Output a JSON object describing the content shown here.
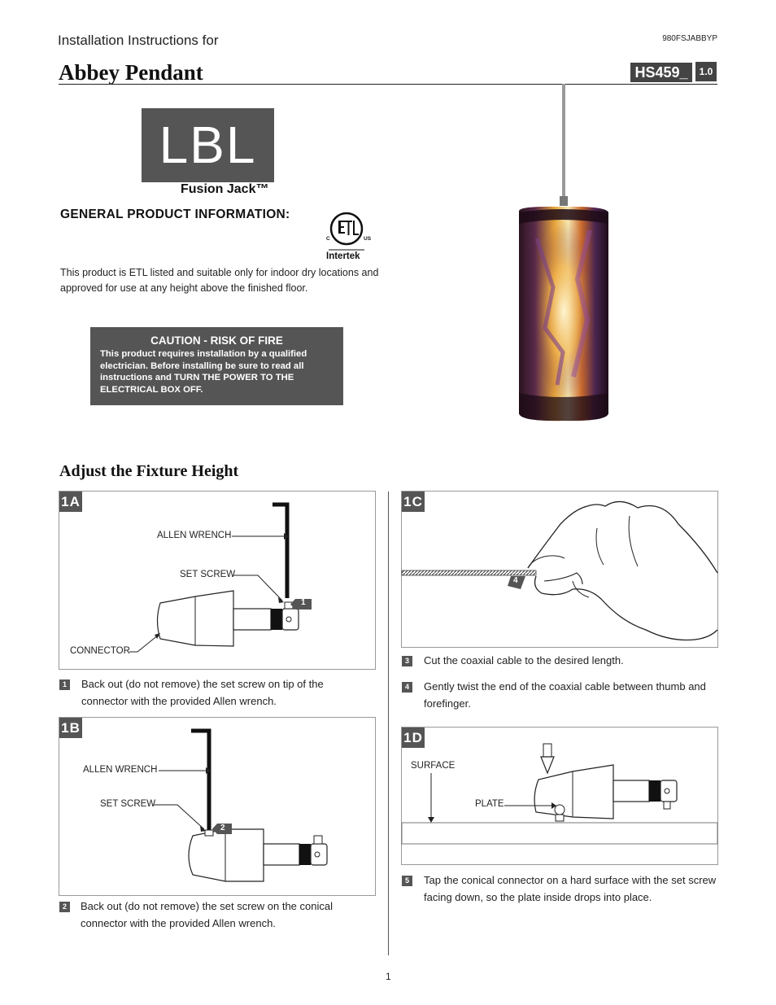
{
  "header": {
    "pretitle": "Installation Instructions for",
    "doc_code": "980FSJABBYP",
    "title": "Abbey Pendant",
    "model": "HS459_",
    "version": "1.0"
  },
  "brand": {
    "logo_text": "LBL",
    "product_line": "Fusion Jack™"
  },
  "general": {
    "heading": "GENERAL PRODUCT INFORMATION:",
    "certifier": "Intertek",
    "body": "This product is ETL listed and suitable only for indoor dry locations and approved for use at any height above the finished floor."
  },
  "caution": {
    "title": "CAUTION - RISK OF FIRE",
    "body": "This product requires installation by a qualified electrician. Before installing be sure to read all instructions and TURN THE POWER TO THE ELECTRICAL BOX OFF."
  },
  "section": {
    "heading": "Adjust the Fixture Height"
  },
  "panels": {
    "a": {
      "tag": "1A",
      "allen_wrench": "ALLEN WRENCH",
      "set_screw": "SET SCREW",
      "connector": "CONNECTOR",
      "callout": "1"
    },
    "b": {
      "tag": "1B",
      "allen_wrench": "ALLEN WRENCH",
      "set_screw": "SET SCREW",
      "callout": "2"
    },
    "c": {
      "tag": "1C",
      "callout": "4"
    },
    "d": {
      "tag": "1D",
      "surface": "SURFACE",
      "plate": "PLATE"
    }
  },
  "steps": [
    {
      "num": "1",
      "text": "Back out (do not remove) the set screw on tip of the connector with the provided Allen wrench."
    },
    {
      "num": "2",
      "text": "Back out (do not remove) the set screw on the conical connector with the provided Allen wrench."
    },
    {
      "num": "3",
      "text": "Cut the coaxial cable to the desired length."
    },
    {
      "num": "4",
      "text": "Gently twist the end of the coaxial cable between thumb and forefinger."
    },
    {
      "num": "5",
      "text": "Tap the conical connector on a hard surface with the set screw facing down, so the plate inside drops into place."
    }
  ],
  "footer": {
    "page": "1"
  }
}
